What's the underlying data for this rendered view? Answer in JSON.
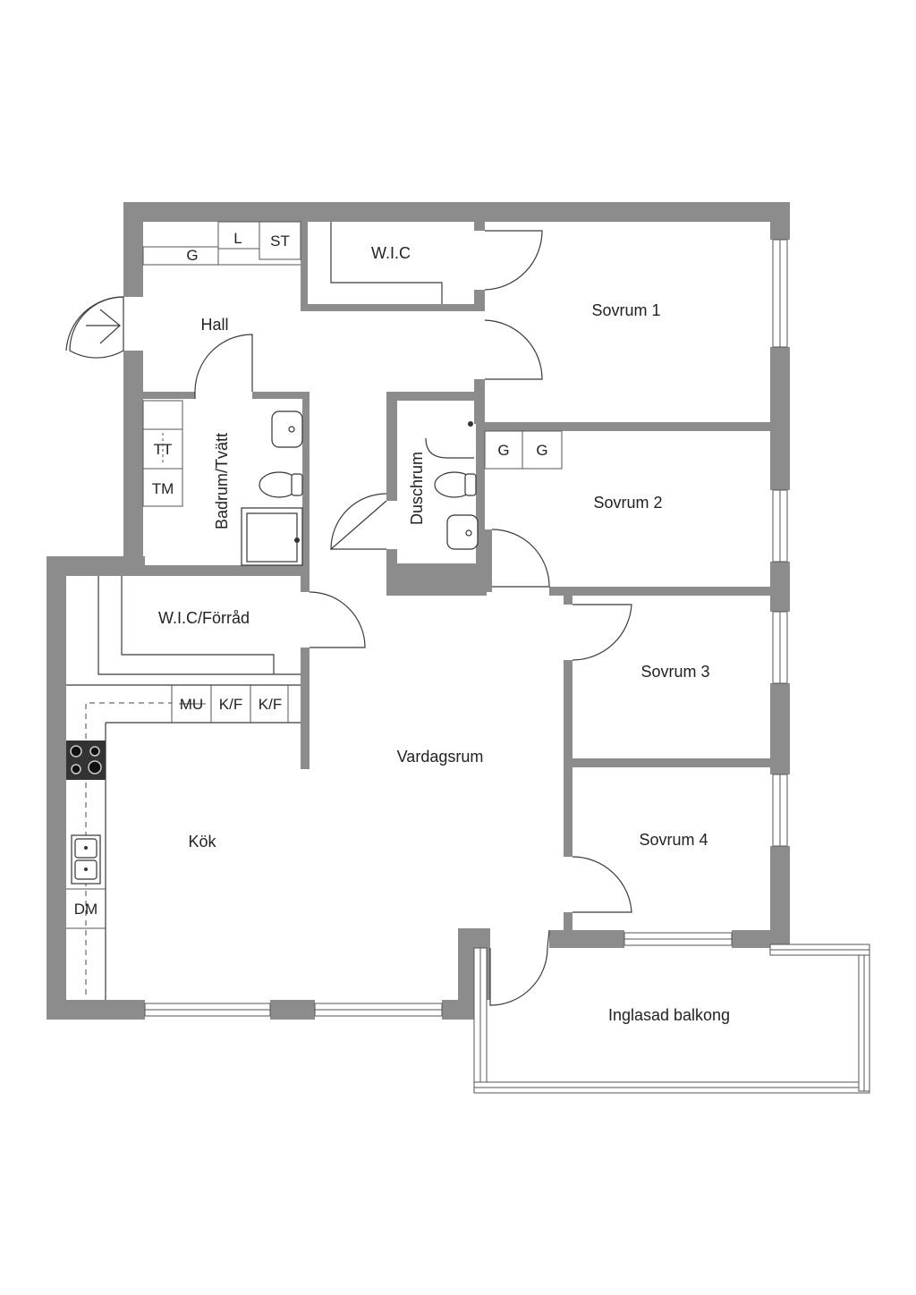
{
  "rooms": {
    "hall": "Hall",
    "wic_top": "W.I.C",
    "sovrum1": "Sovrum 1",
    "sovrum2": "Sovrum 2",
    "sovrum3": "Sovrum 3",
    "sovrum4": "Sovrum 4",
    "badrum": "Badrum/Tvätt",
    "duschrum": "Duschrum",
    "wic_forrad": "W.I.C/Förråd",
    "vardagsrum": "Vardagsrum",
    "kok": "Kök",
    "balkong": "Inglasad balkong"
  },
  "fixtures": {
    "g_hall": "G",
    "l": "L",
    "st": "ST",
    "tt": "TT",
    "tm": "TM",
    "g1": "G",
    "g2": "G",
    "mu": "MU",
    "kf1": "K/F",
    "kf2": "K/F",
    "dm": "DM"
  },
  "colors": {
    "wall": "#8c8c8c",
    "line": "#3a3a3a",
    "background": "#ffffff"
  }
}
